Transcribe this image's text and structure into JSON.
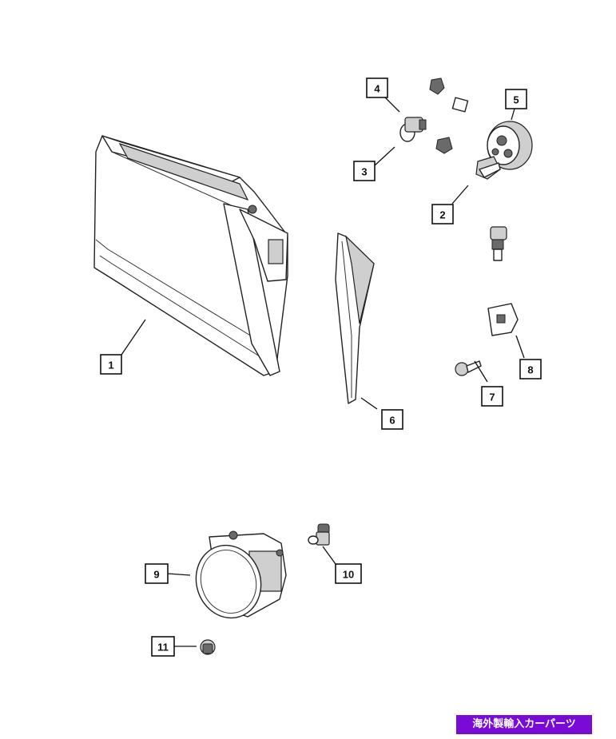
{
  "callouts": [
    {
      "id": "callout-1",
      "label": "1"
    },
    {
      "id": "callout-2",
      "label": "2"
    },
    {
      "id": "callout-3",
      "label": "3"
    },
    {
      "id": "callout-4",
      "label": "4"
    },
    {
      "id": "callout-5",
      "label": "5"
    },
    {
      "id": "callout-6",
      "label": "6"
    },
    {
      "id": "callout-7",
      "label": "7"
    },
    {
      "id": "callout-8",
      "label": "8"
    },
    {
      "id": "callout-9",
      "label": "9"
    },
    {
      "id": "callout-10",
      "label": "10"
    },
    {
      "id": "callout-11",
      "label": "11"
    }
  ],
  "watermark": {
    "text": "海外製輸入カーパーツ",
    "color": "#7a0bd6"
  }
}
